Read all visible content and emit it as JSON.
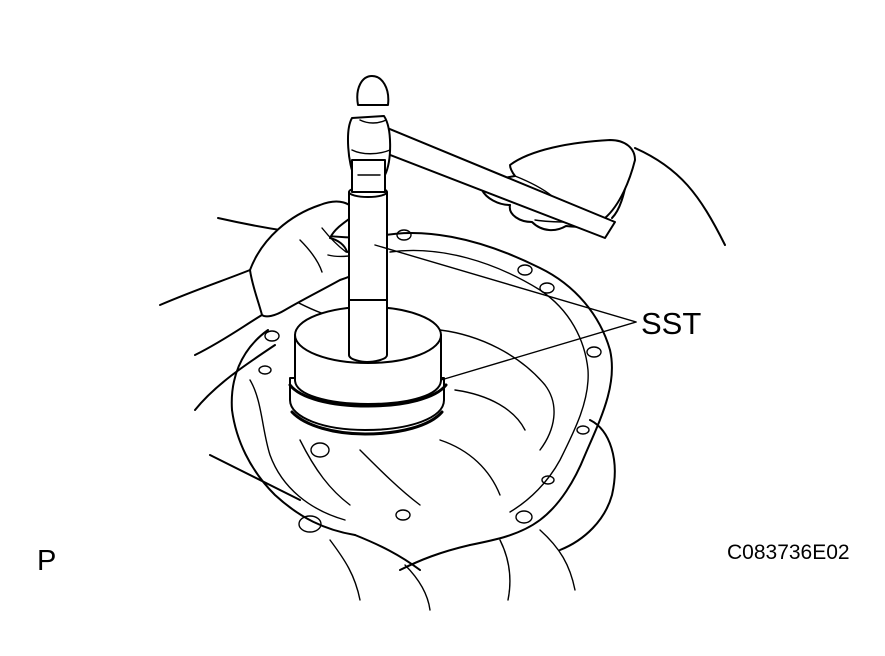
{
  "callout": {
    "label": "SST"
  },
  "figure": {
    "code": "C083736E02",
    "marker": "P"
  }
}
